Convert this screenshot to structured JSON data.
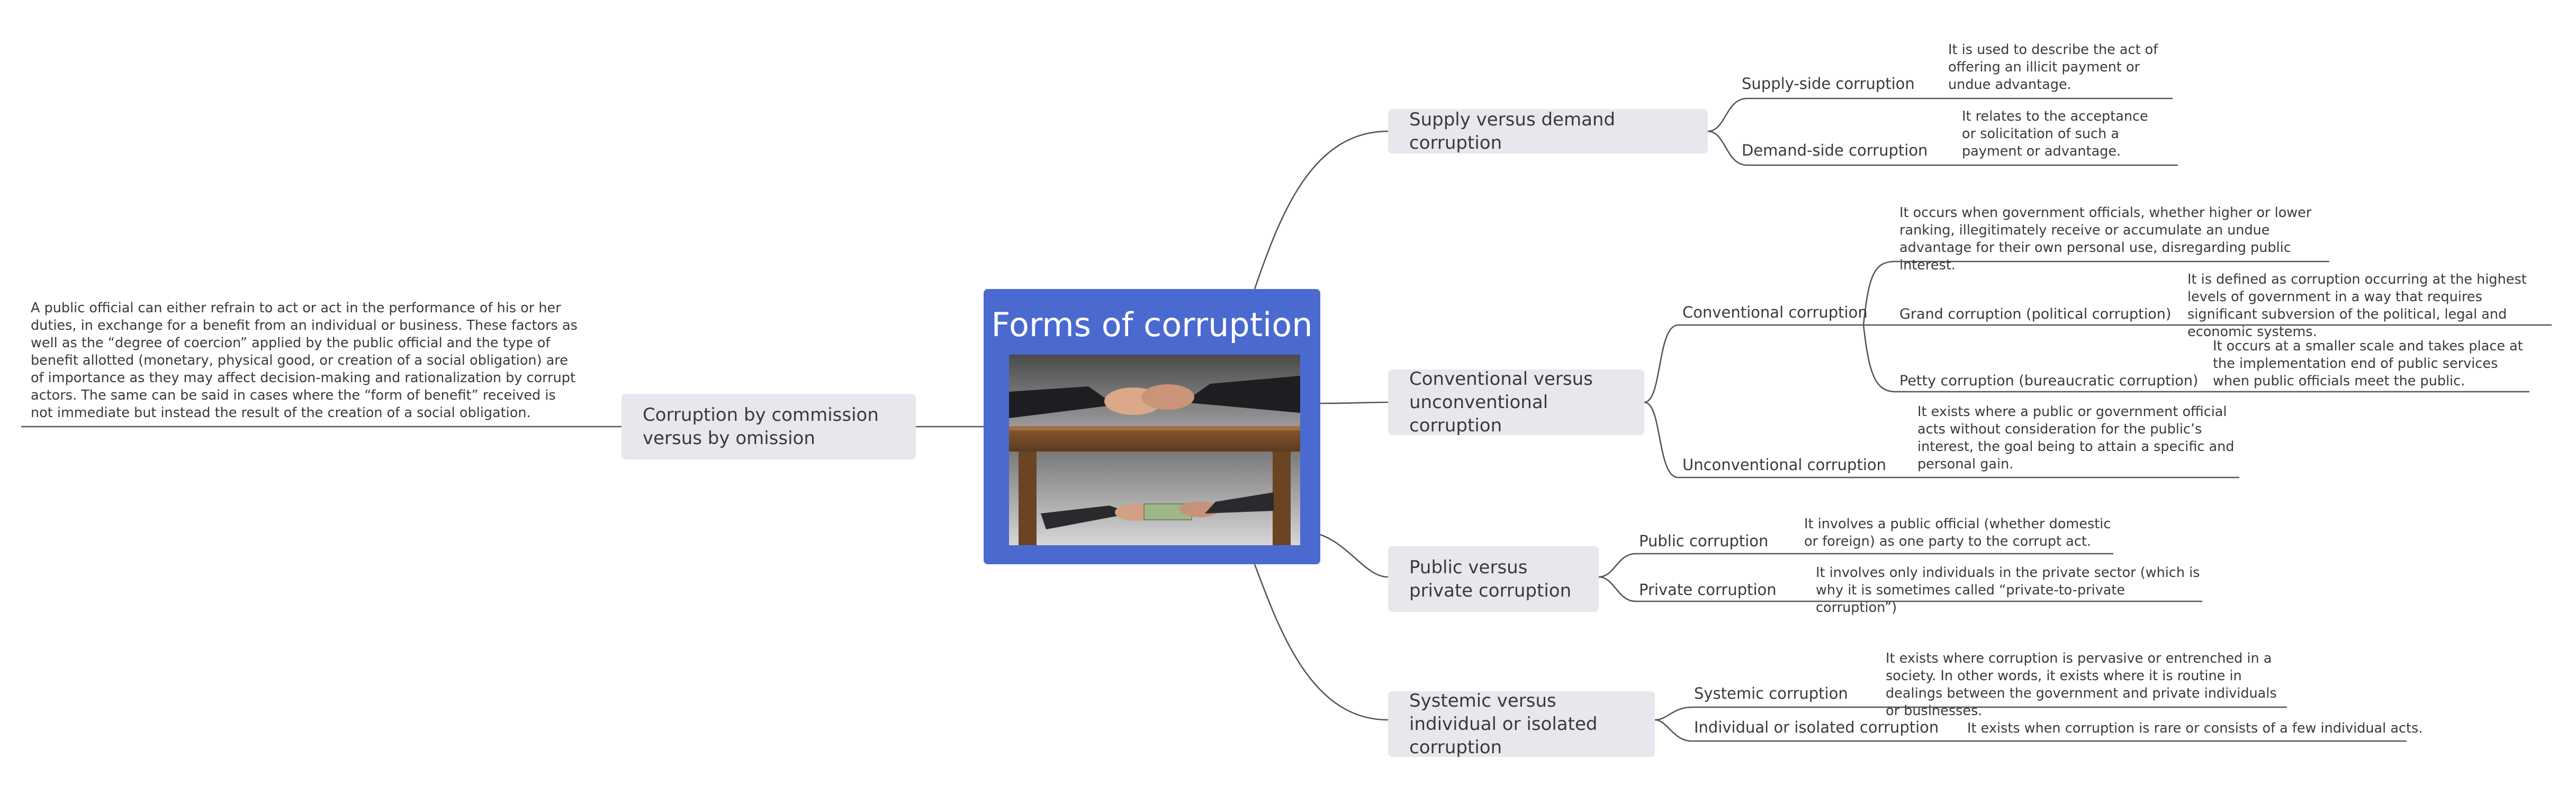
{
  "central": {
    "title": "Forms of corruption",
    "image": "handshake-and-money-under-table-photo"
  },
  "left_topic": {
    "label": "Corruption by commission versus by omission",
    "note": "A public official can either refrain to act or act in the performance of his or her duties, in exchange for a benefit from an individual or business. These factors as well as the “degree of coercion” applied by the public official and the type of benefit allotted (monetary, physical good, or creation of a social obligation) are of importance as they may affect decision-making and rationalization by corrupt actors. The same can be said in cases where the “form of benefit” received is not immediate but instead the result of the creation of a social obligation."
  },
  "topics": [
    {
      "label": "Supply versus demand corruption",
      "subs": [
        {
          "label": "Supply-side corruption",
          "note": "It is used to describe the act of offering an illicit payment or undue advantage."
        },
        {
          "label": "Demand-side corruption",
          "note": "It relates to the acceptance or solicitation of such a payment or advantage."
        }
      ]
    },
    {
      "label": "Conventional versus unconventional corruption",
      "subs": [
        {
          "label": "Conventional corruption",
          "note": "It occurs when government officials, whether higher or lower ranking, illegitimately receive or accumulate an undue advantage for their own personal use, disregarding public interest.",
          "children": [
            {
              "label": "Grand corruption (political corruption)",
              "note": "It is defined as corruption occurring at the highest levels of government in a way that requires significant subversion of the political, legal and economic systems."
            },
            {
              "label": "Petty corruption (bureaucratic corruption)",
              "note": "It occurs at a smaller scale and takes place at the implementation end of public services when public officials meet the public."
            }
          ]
        },
        {
          "label": "Unconventional corruption",
          "note": "It exists where a public or government official acts without consideration for the public’s interest, the goal being to attain a specific and personal gain."
        }
      ]
    },
    {
      "label": "Public versus private corruption",
      "subs": [
        {
          "label": "Public corruption",
          "note": "It involves a public official (whether domestic or foreign) as one party to the corrupt act."
        },
        {
          "label": "Private corruption",
          "note": "It involves only individuals in the private sector (which is why it is sometimes called “private-to-private corruption”)"
        }
      ]
    },
    {
      "label": "Systemic versus individual or isolated corruption",
      "subs": [
        {
          "label": "Systemic corruption",
          "note": "It exists where corruption is pervasive or entrenched in a society. In other words, it exists where it is routine in dealings between the government and private individuals or businesses."
        },
        {
          "label": "Individual or isolated corruption",
          "note": "It exists when corruption is rare or consists of a few individual acts."
        }
      ]
    }
  ],
  "colors": {
    "central": "#4a6ad0",
    "topic_bg": "#e7e7ee",
    "line": "#555555",
    "text": "#3a3a3a"
  }
}
